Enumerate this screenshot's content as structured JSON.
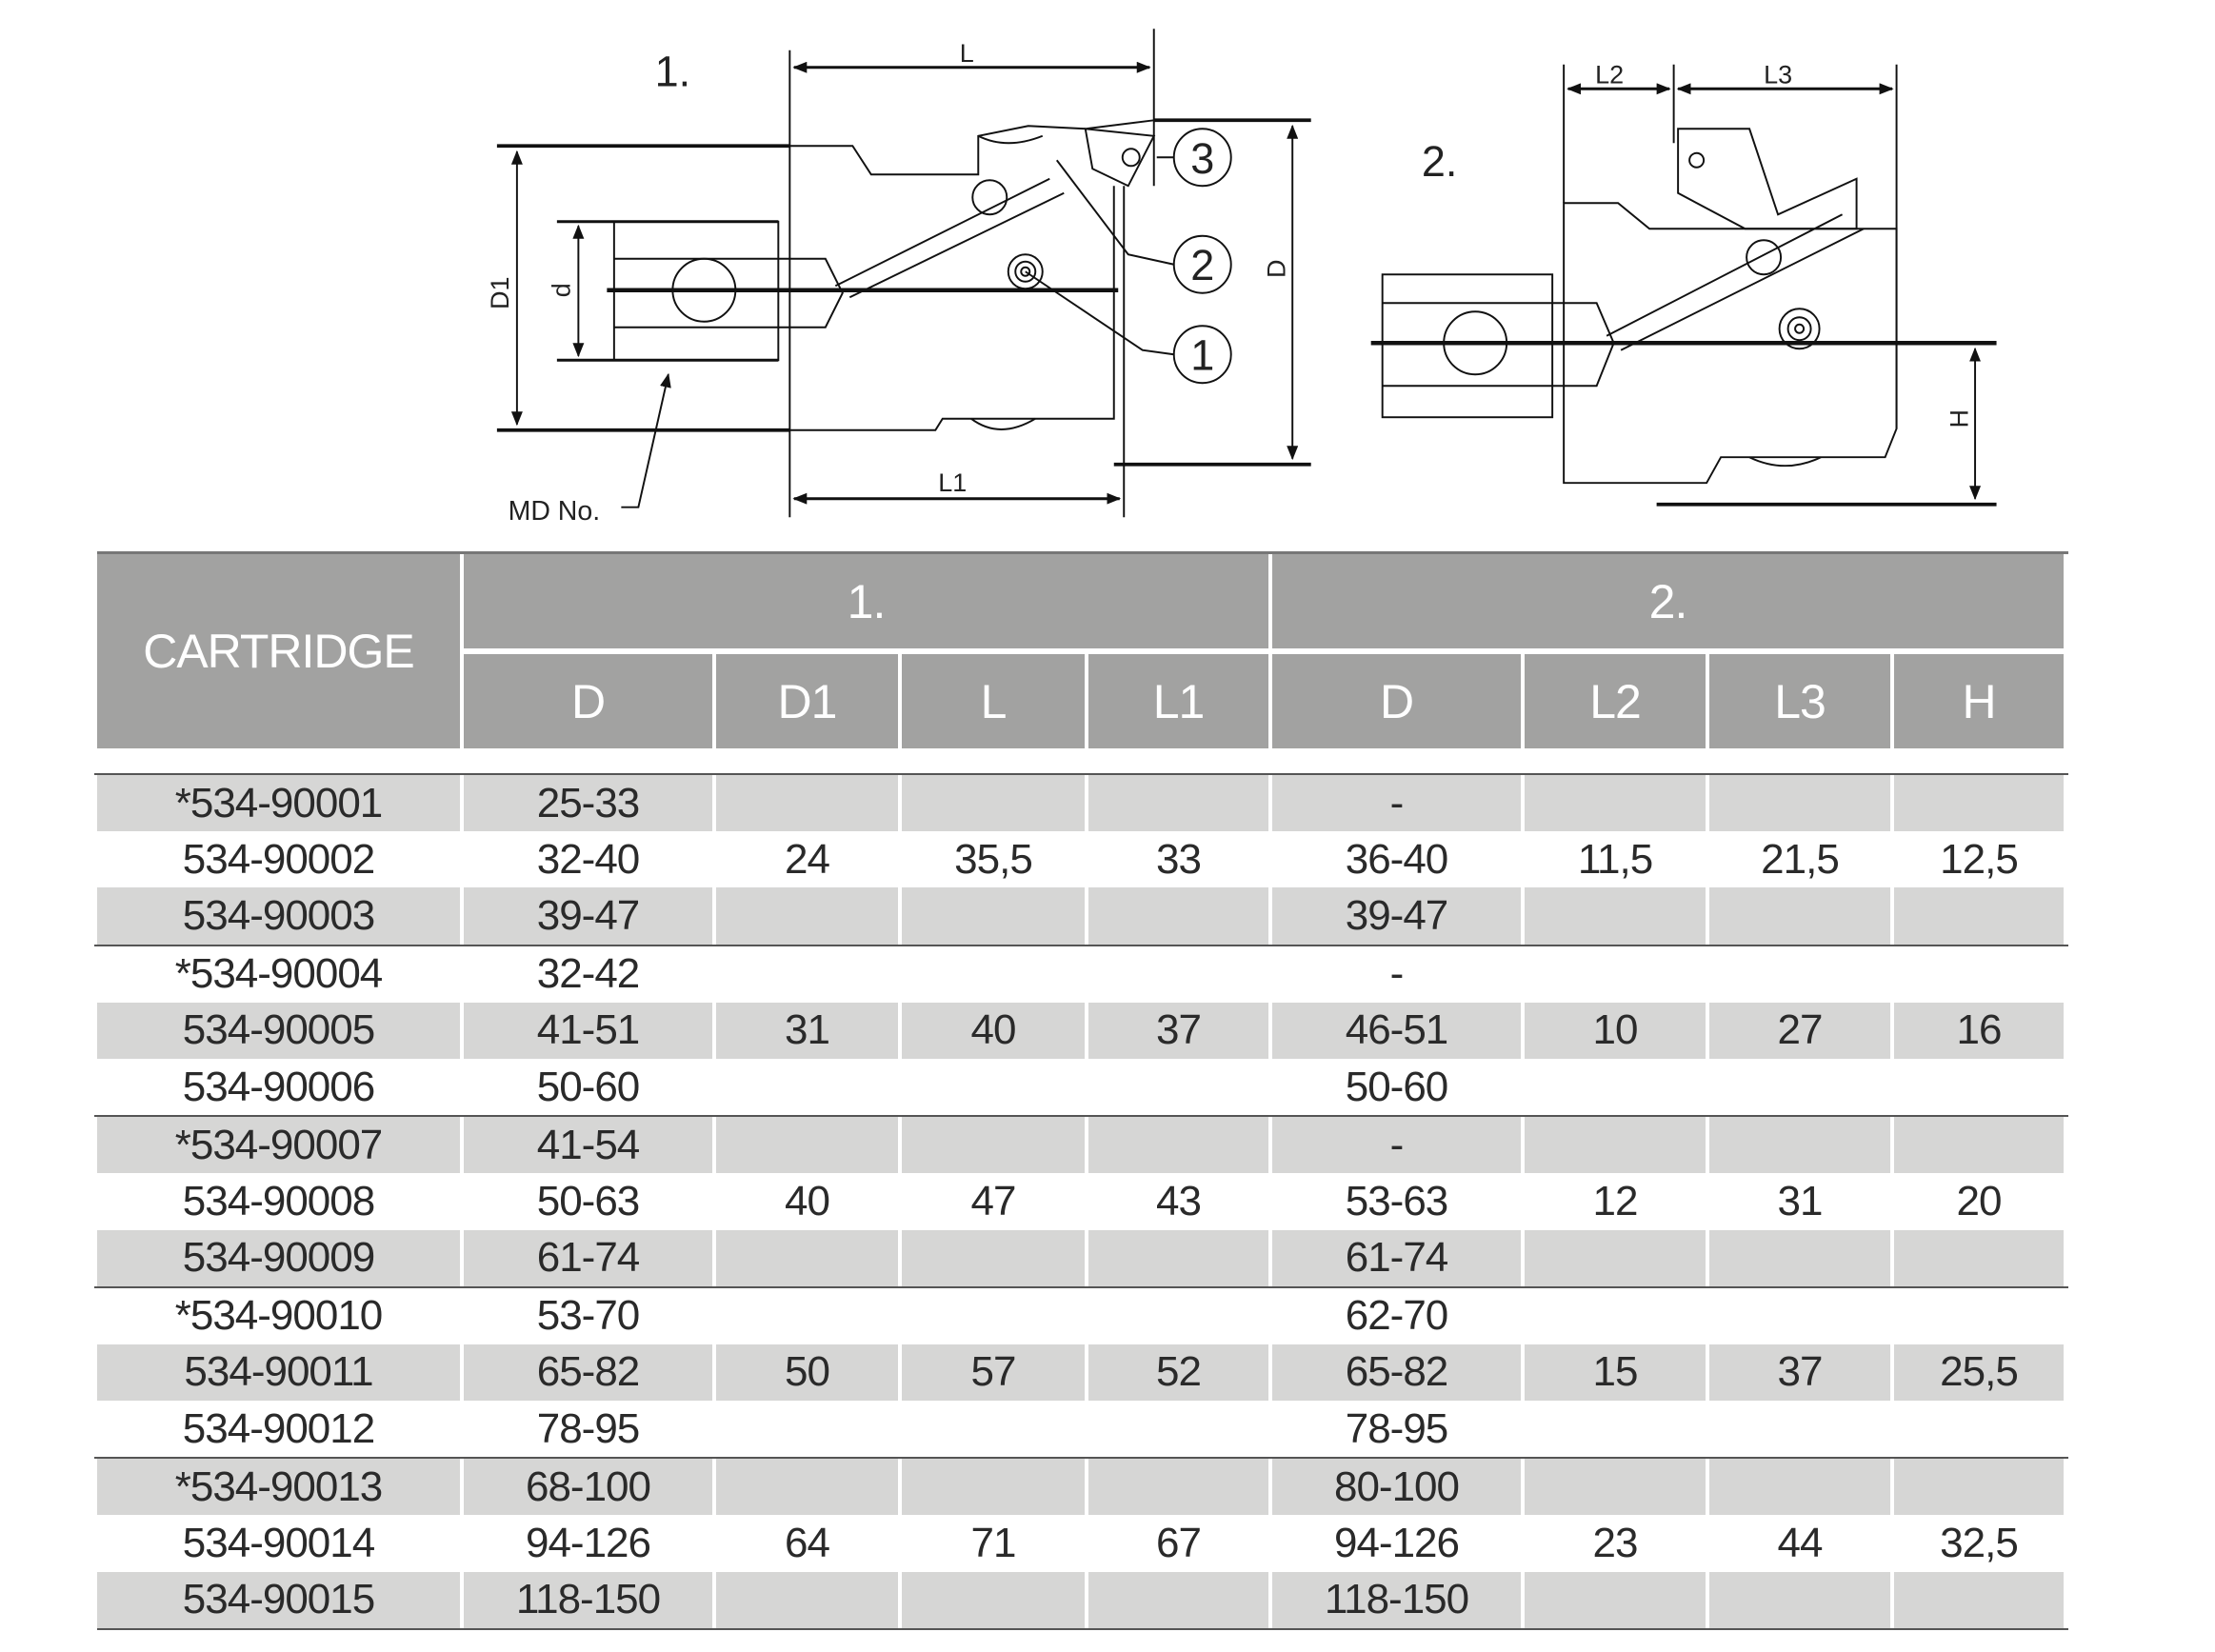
{
  "drawing": {
    "fig1_label": "1.",
    "fig2_label": "2.",
    "dim_L": "L",
    "dim_L1": "L1",
    "dim_D": "D",
    "dim_D1": "D1",
    "dim_d": "d",
    "dim_L2": "L2",
    "dim_L3": "L3",
    "dim_H": "H",
    "md_no": "MD No.",
    "callout_1": "1",
    "callout_2": "2",
    "callout_3": "3"
  },
  "table": {
    "cartridge_header": "CARTRIDGE",
    "group1": "1.",
    "group2": "2.",
    "columns": [
      "D",
      "D1",
      "L",
      "L1",
      "D",
      "L2",
      "L3",
      "H"
    ],
    "rows": [
      [
        "*534-90001",
        "25-33",
        "",
        "",
        "",
        "-",
        "",
        "",
        ""
      ],
      [
        "534-90002",
        "32-40",
        "24",
        "35,5",
        "33",
        "36-40",
        "11,5",
        "21,5",
        "12,5"
      ],
      [
        "534-90003",
        "39-47",
        "",
        "",
        "",
        "39-47",
        "",
        "",
        ""
      ],
      [
        "*534-90004",
        "32-42",
        "",
        "",
        "",
        "-",
        "",
        "",
        ""
      ],
      [
        "534-90005",
        "41-51",
        "31",
        "40",
        "37",
        "46-51",
        "10",
        "27",
        "16"
      ],
      [
        "534-90006",
        "50-60",
        "",
        "",
        "",
        "50-60",
        "",
        "",
        ""
      ],
      [
        "*534-90007",
        "41-54",
        "",
        "",
        "",
        "-",
        "",
        "",
        ""
      ],
      [
        "534-90008",
        "50-63",
        "40",
        "47",
        "43",
        "53-63",
        "12",
        "31",
        "20"
      ],
      [
        "534-90009",
        "61-74",
        "",
        "",
        "",
        "61-74",
        "",
        "",
        ""
      ],
      [
        "*534-90010",
        "53-70",
        "",
        "",
        "",
        "62-70",
        "",
        "",
        ""
      ],
      [
        "534-90011",
        "65-82",
        "50",
        "57",
        "52",
        "65-82",
        "15",
        "37",
        "25,5"
      ],
      [
        "534-90012",
        "78-95",
        "",
        "",
        "",
        "78-95",
        "",
        "",
        ""
      ],
      [
        "*534-90013",
        "68-100",
        "",
        "",
        "",
        "80-100",
        "",
        "",
        ""
      ],
      [
        "534-90014",
        "94-126",
        "64",
        "71",
        "67",
        "94-126",
        "23",
        "44",
        "32,5"
      ],
      [
        "534-90015",
        "118-150",
        "",
        "",
        "",
        "118-150",
        "",
        "",
        ""
      ]
    ]
  }
}
